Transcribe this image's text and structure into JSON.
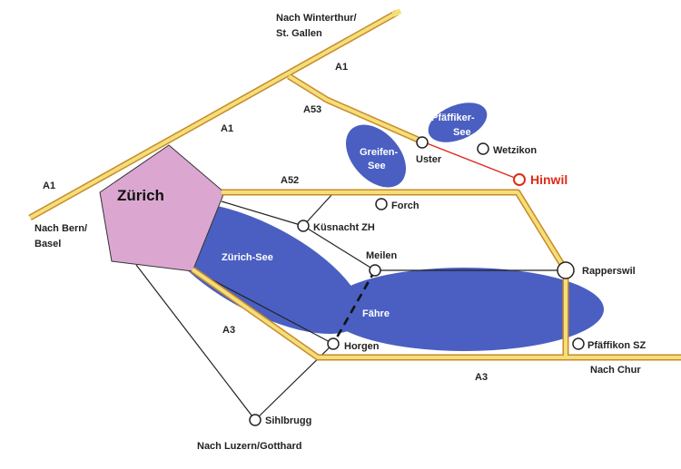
{
  "colors": {
    "lake": "#4a5fc1",
    "city_area": "#dba7d0",
    "motorway_fill": "#f3df7a",
    "motorway_edge": "#c98a2a",
    "road": "#222222",
    "destination": "#e02a1a"
  },
  "destination": {
    "name": "Hinwil"
  },
  "city": {
    "name": "Zürich"
  },
  "directions": {
    "northeast": [
      "Nach Winterthur/",
      "St. Gallen"
    ],
    "west": [
      "Nach Bern/",
      "Basel"
    ],
    "south": "Nach Luzern/Gotthard",
    "east": "Nach Chur"
  },
  "lakes": [
    {
      "id": "zurichsee",
      "lines": [
        "Zürich-See"
      ]
    },
    {
      "id": "obersee",
      "lines": [
        "Fähre"
      ]
    },
    {
      "id": "greifensee",
      "lines": [
        "Greifen-",
        "See"
      ]
    },
    {
      "id": "pfaeffikersee",
      "lines": [
        "Pfäffiker-",
        "See"
      ]
    }
  ],
  "motorway_labels": {
    "a1_west": "A1",
    "a1_mid": "A1",
    "a1_north": "A1",
    "a53": "A53",
    "a52": "A52",
    "a3_west": "A3",
    "a3_east": "A3"
  },
  "places": {
    "uster": "Uster",
    "wetzikon": "Wetzikon",
    "forch": "Forch",
    "kuesnacht": "Küsnacht ZH",
    "meilen": "Meilen",
    "rapperswil": "Rapperswil",
    "horgen": "Horgen",
    "pfaeffikon_sz": "Pfäffikon SZ",
    "sihlbrugg": "Sihlbrugg"
  }
}
